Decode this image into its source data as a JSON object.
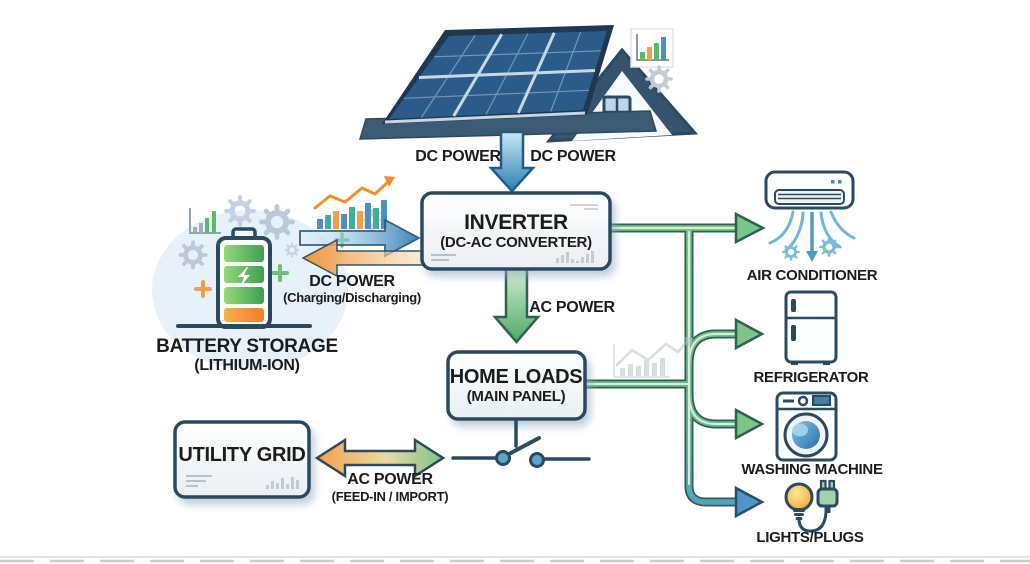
{
  "diagram": {
    "title_implicit": "Solar home energy flow diagram",
    "solar_to_inverter": {
      "label_left": "DC POWER",
      "label_right": "DC POWER"
    },
    "inverter": {
      "title": "INVERTER",
      "subtitle": "(DC-AC CONVERTER)"
    },
    "inverter_to_home": {
      "label": "AC POWER"
    },
    "battery": {
      "title": "BATTERY STORAGE",
      "subtitle": "(LITHIUM-ION)"
    },
    "battery_to_inverter": {
      "label": "DC POWER",
      "sublabel": "(Charging/Discharging)"
    },
    "home_loads": {
      "title": "HOME LOADS",
      "subtitle": "(MAIN PANEL)"
    },
    "utility_grid": {
      "title": "UTILITY GRID"
    },
    "grid_to_home": {
      "label": "AC POWER",
      "sublabel": "(FEED-IN / IMPORT)"
    },
    "appliances": [
      {
        "label": "AIR CONDITIONER"
      },
      {
        "label": "REFRIGERATOR"
      },
      {
        "label": "WASHING MACHINE"
      },
      {
        "label": "LIGHTS/PLUGS"
      }
    ]
  },
  "icons": [
    "solar-panel-icon",
    "house-icon",
    "bar-chart-icon",
    "gear-icon",
    "battery-icon",
    "lightning-bolt-icon",
    "trend-chart-icon",
    "air-conditioner-icon",
    "refrigerator-icon",
    "washing-machine-icon",
    "light-bulb-icon",
    "power-plug-icon",
    "switch-icon"
  ],
  "colors": {
    "outline_navy": "#2b4a60",
    "accent_blue": "#2e7fb5",
    "accent_green": "#4fa868",
    "accent_orange": "#f0a04a",
    "line_dark_green": "#2e6150",
    "lights_arrow_blue": "#4f94c4",
    "battery_cell_green": "#46a355",
    "battery_cell_orange": "#ee7f28",
    "panel_blue": "#2b5b88"
  }
}
